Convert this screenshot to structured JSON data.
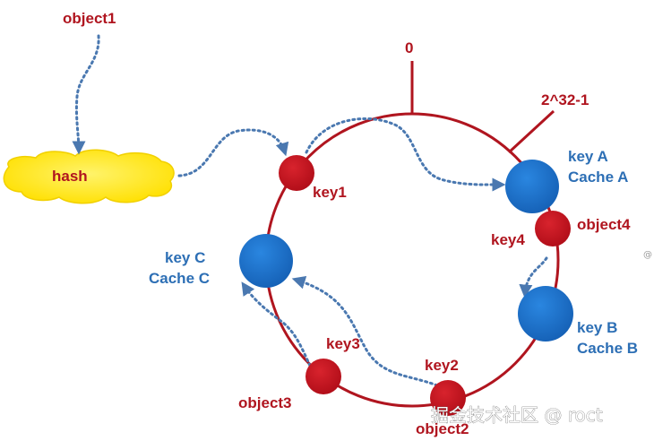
{
  "labels": {
    "object1": "object1",
    "hash": "hash",
    "zero": "0",
    "max": "2^32-1",
    "key1": "key1",
    "key2": "key2",
    "key3": "key3",
    "key4": "key4",
    "object2": "object2",
    "object3": "object3",
    "object4": "object4",
    "key_a": "key A",
    "cache_a": "Cache A",
    "key_b": "key B",
    "cache_b": "Cache B",
    "key_c": "key C",
    "cache_c": "Cache C"
  },
  "watermark": "掘金技术社区 @ roct",
  "side_mark": "@",
  "colors": {
    "ring": "#b0151f",
    "object_node": "#c0141e",
    "cache_node": "#1f6ec3",
    "arrow": "#4a78b0",
    "hash_cloud": "#ffe51a",
    "red_text": "#b0151f",
    "blue_text": "#2d6fb5"
  }
}
